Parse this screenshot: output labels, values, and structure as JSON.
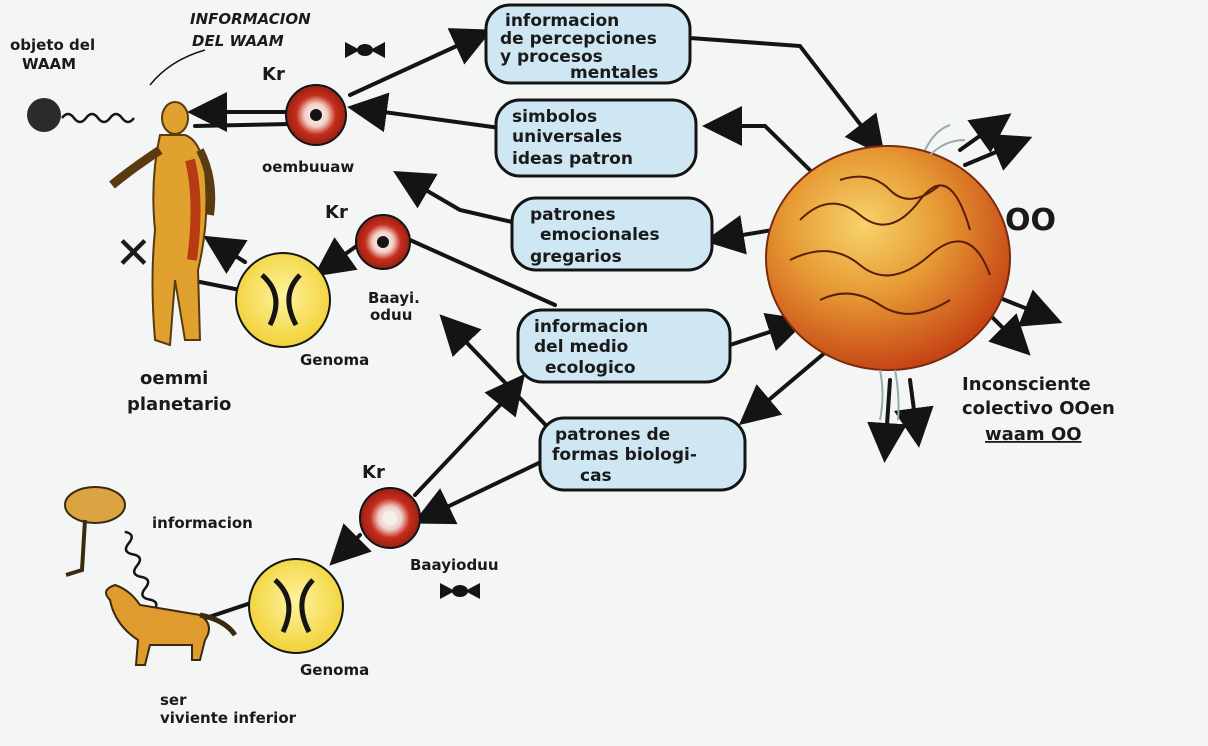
{
  "labels": {
    "objeto": [
      "objeto del",
      "WAAM"
    ],
    "informacion_waam": [
      "INFORMACION",
      "DEL WAAM"
    ],
    "kr1": "Kr",
    "kr2": "Kr",
    "kr3": "Kr",
    "oembuuaw": "oembuuaw",
    "baayi": [
      "Baayi.",
      "oduu"
    ],
    "genoma1": "Genoma",
    "genoma2": "Genoma",
    "oemmi": [
      "oemmi",
      "planetario"
    ],
    "informacion": "informacion",
    "baayioduu": "Baayioduu",
    "ser": [
      "ser",
      "viviente inferior"
    ],
    "inconsciente": [
      "Inconsciente",
      "colectivo OOen"
    ],
    "waam_ou": "waam OO",
    "ou": "OO"
  },
  "boxes": [
    [
      "informacion",
      "de percepciones",
      "y procesos",
      "mentales"
    ],
    [
      "simbolos",
      "universales",
      "ideas patron"
    ],
    [
      "patrones",
      "emocionales",
      "gregarios"
    ],
    [
      "informacion",
      "del medio",
      "ecologico"
    ],
    [
      "patrones de",
      "formas biologi-",
      "cas"
    ]
  ],
  "colors": {
    "box_fill": "#cfe6f3",
    "ink": "#141414",
    "genome_fill": "#f6dc46",
    "kr_fill": "#c62d1c",
    "brain_fill": "#e08a2b",
    "figure_fill": "#e0a12e"
  }
}
